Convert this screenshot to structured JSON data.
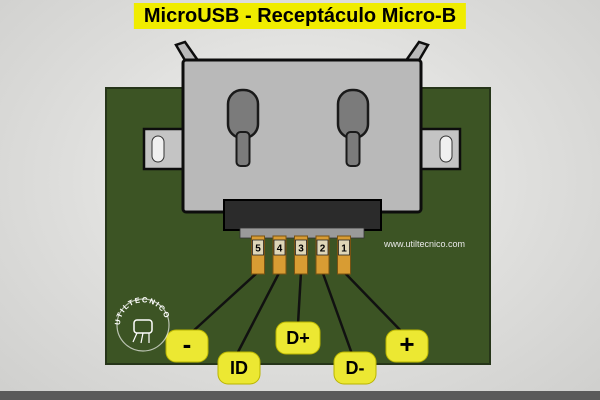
{
  "title": "MicroUSB - Receptáculo Micro-B",
  "watermark": "www.utiltecnico.com",
  "logo_text": "UTILTECNICO",
  "pins": [
    {
      "number": "5",
      "label": "-"
    },
    {
      "number": "4",
      "label": "ID"
    },
    {
      "number": "3",
      "label": "D+"
    },
    {
      "number": "2",
      "label": "D-"
    },
    {
      "number": "1",
      "label": "+"
    }
  ],
  "colors": {
    "title_highlight": "#f0ec00",
    "pcb_green": "#3c5424",
    "connector_gray": "#b9b9b9",
    "post_gray": "#7b7b7b",
    "pad_orange": "#d89c33",
    "label_yellow": "#ece832",
    "line_black": "#111111"
  }
}
